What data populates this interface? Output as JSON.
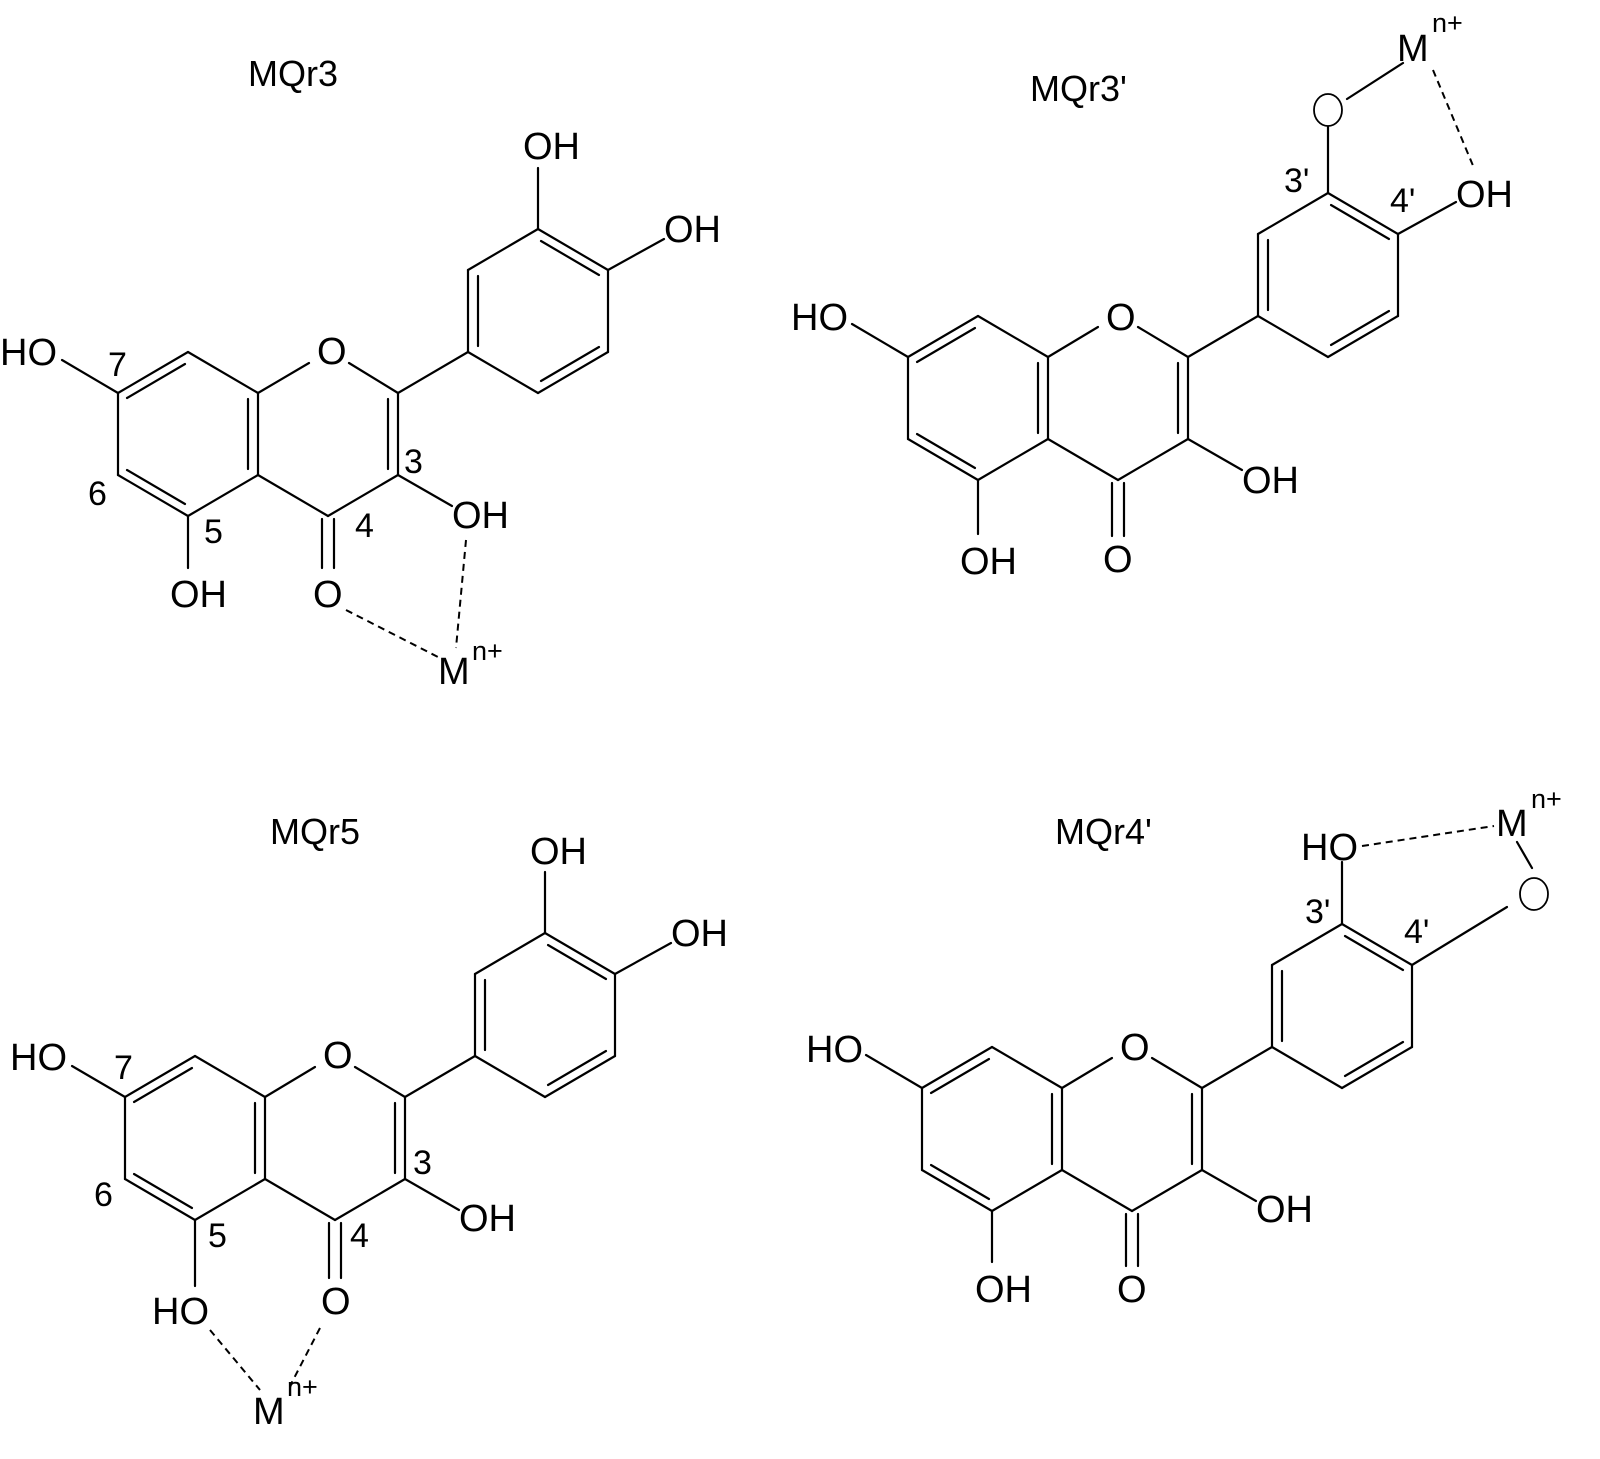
{
  "structures": [
    {
      "title": "MQr3",
      "labels": {
        "oh_3a": "OH",
        "oh_4a": "OH",
        "ho_7": "HO",
        "oh_5": "OH",
        "oh_3": "OH",
        "o_ring": "O",
        "o_keto": "O",
        "n7": "7",
        "n6": "6",
        "n5": "5",
        "n4": "4",
        "n3": "3"
      },
      "metal": {
        "symbol": "M",
        "charge": "n+"
      }
    },
    {
      "title": "MQr3'",
      "labels": {
        "oh_4a": "OH",
        "ho_7": "HO",
        "oh_5": "OH",
        "oh_3": "OH",
        "o_ring": "O",
        "o_keto": "O",
        "n3p": "3'",
        "n4p": "4'"
      },
      "metal": {
        "symbol": "M",
        "charge": "n+"
      }
    },
    {
      "title": "MQr5",
      "labels": {
        "oh_3a": "OH",
        "oh_4a": "OH",
        "ho_7": "HO",
        "oh_5": "HO",
        "oh_3": "OH",
        "o_ring": "O",
        "o_keto": "O",
        "n7": "7",
        "n6": "6",
        "n5": "5",
        "n4": "4",
        "n3": "3"
      },
      "metal": {
        "symbol": "M",
        "charge": "n+"
      }
    },
    {
      "title": "MQr4'",
      "labels": {
        "oh_3a": "HO",
        "ho_7": "HO",
        "oh_5": "OH",
        "oh_3": "OH",
        "o_ring": "O",
        "o_keto": "O",
        "n3p": "3'",
        "n4p": "4'"
      },
      "metal": {
        "symbol": "M",
        "charge": "n+"
      }
    }
  ]
}
